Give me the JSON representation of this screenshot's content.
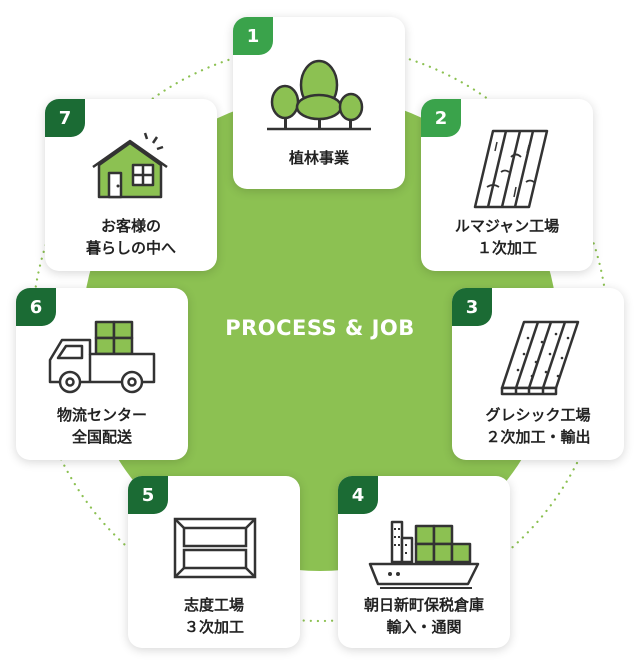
{
  "center_title": "PROCESS & JOB",
  "colors": {
    "center_circle": "#8cc152",
    "badge_light": "#3aa34b",
    "badge_dark": "#1b6b34",
    "dotted_ring": "#8cc152",
    "icon_fill": "#8cc152",
    "icon_stroke": "#333333"
  },
  "steps": [
    {
      "number": "1",
      "lines": [
        "植林事業"
      ],
      "icon": "forest-trees-icon"
    },
    {
      "number": "2",
      "lines": [
        "ルマジャン工場",
        "１次加工"
      ],
      "icon": "timber-planks-icon"
    },
    {
      "number": "3",
      "lines": [
        "グレシック工場",
        "２次加工・輸出"
      ],
      "icon": "flooring-boards-icon"
    },
    {
      "number": "4",
      "lines": [
        "朝日新町保税倉庫",
        "輸入・通関"
      ],
      "icon": "container-ship-icon"
    },
    {
      "number": "5",
      "lines": [
        "志度工場",
        "３次加工"
      ],
      "icon": "wood-panel-icon"
    },
    {
      "number": "6",
      "lines": [
        "物流センター",
        "全国配送"
      ],
      "icon": "delivery-truck-icon"
    },
    {
      "number": "7",
      "lines": [
        "お客様の",
        "暮らしの中へ"
      ],
      "icon": "house-icon"
    }
  ]
}
